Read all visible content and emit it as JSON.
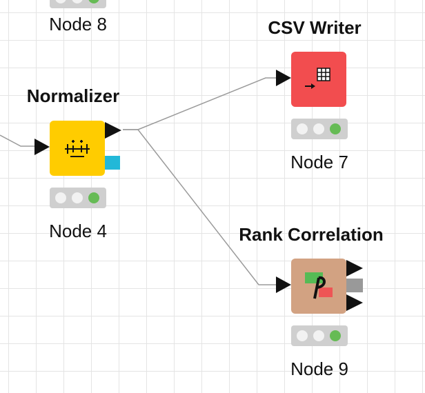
{
  "nodes": {
    "node8": {
      "label": "Node 8"
    },
    "normalizer": {
      "title": "Normalizer",
      "label": "Node 4",
      "color": "#ffcc00"
    },
    "csv_writer": {
      "title": "CSV Writer",
      "label": "Node 7",
      "color": "#f24d4f"
    },
    "rank_correlation": {
      "title": "Rank Correlation",
      "label": "Node 9",
      "color": "#d2a282"
    }
  },
  "colors": {
    "status_bg": "#cfcfcf",
    "status_green": "#66bb55",
    "edge": "#9a9a9a",
    "port": "#111111",
    "cyan_port": "#22b8d8"
  }
}
